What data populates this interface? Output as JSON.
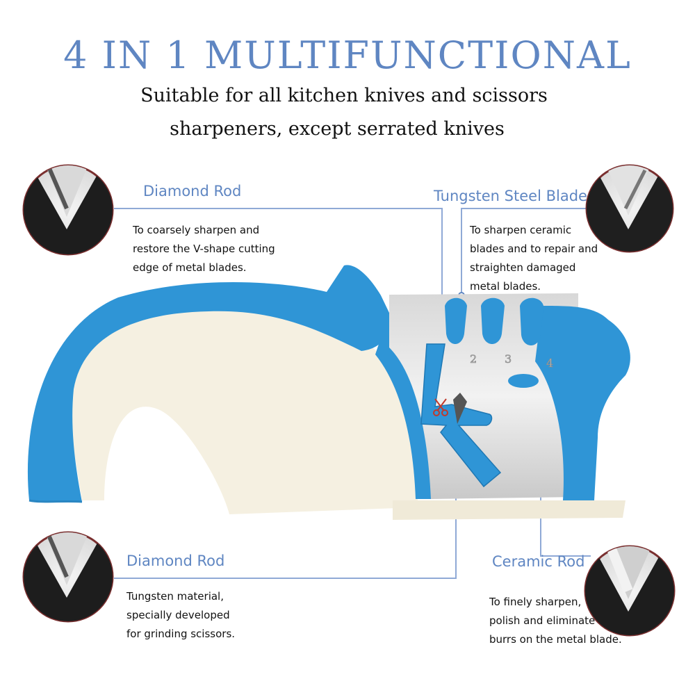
{
  "title": "4 IN 1 MULTIFUNCTIONAL",
  "subtitle": {
    "line1": "Suitable for all kitchen knives and scissors",
    "line2": "sharpeners, except serrated knives"
  },
  "callouts": {
    "top_left": {
      "label": "Diamond Rod",
      "lines": [
        "To coarsely sharpen and",
        "restore the V-shape cutting",
        "edge of metal blades."
      ]
    },
    "top_right": {
      "label": "Tungsten Steel Blade",
      "lines": [
        "To sharpen ceramic",
        "blades and to repair and",
        "straighten damaged",
        "metal blades."
      ]
    },
    "bottom_left": {
      "label": "Diamond Rod",
      "lines": [
        "Tungsten material,",
        "specially developed",
        "for grinding scissors."
      ]
    },
    "bottom_right": {
      "label": "Ceramic Rod",
      "lines": [
        "To finely sharpen,",
        "polish and eliminate",
        "burrs on the metal blade."
      ]
    }
  },
  "slot_numbers": [
    "2",
    "3",
    "4"
  ],
  "colors": {
    "accent": "#5f86c2",
    "handle_blue": "#2f95d6",
    "handle_cream": "#f5f0e1"
  },
  "icons": [
    "diamond-rod-closeup",
    "tungsten-blade-closeup",
    "scissors-icon",
    "ceramic-rod-closeup"
  ]
}
